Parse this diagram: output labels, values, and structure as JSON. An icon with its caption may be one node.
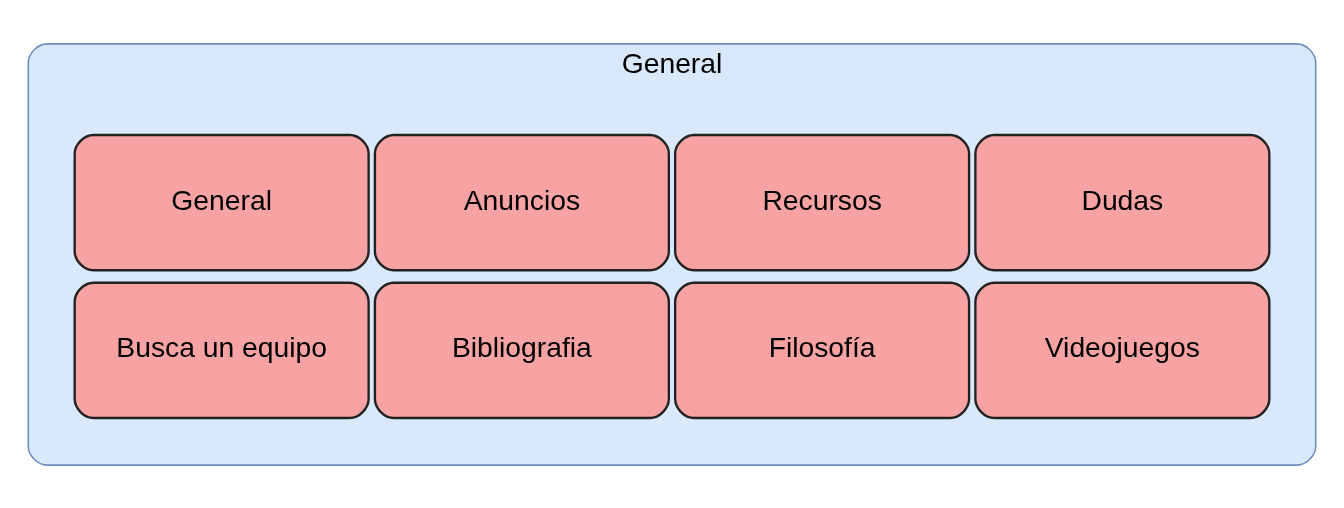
{
  "diagram": {
    "nodes": [
      {
        "text": [
          "General"
        ]
      },
      {
        "text": [
          "General"
        ],
        "in": 0
      },
      {
        "text": [
          "Anuncios"
        ],
        "in": 0
      },
      {
        "text": [
          "Recursos"
        ],
        "in": 0
      },
      {
        "text": [
          "Dudas"
        ],
        "in": 0
      },
      {
        "text": [
          "Busca un equipo"
        ],
        "in": 0
      },
      {
        "text": [
          "Bibliografia"
        ],
        "in": 0
      },
      {
        "text": [
          "Filosofía"
        ],
        "in": 0
      },
      {
        "text": [
          "Videojuegos"
        ],
        "in": 0
      }
    ]
  }
}
